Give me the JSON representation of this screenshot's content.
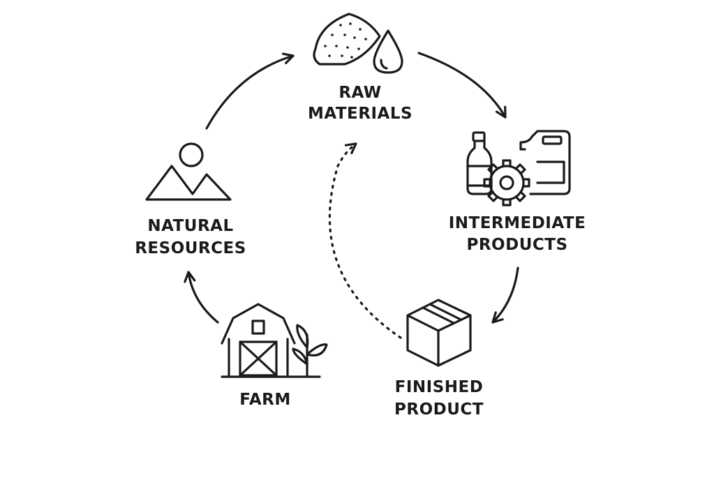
{
  "colors": {
    "ink": "#1a1a1a",
    "background": "#ffffff"
  },
  "nodes": [
    {
      "id": "raw-materials",
      "icon": "sand-and-water-drop-icon",
      "lines": [
        "RAW",
        "MATERIALS"
      ]
    },
    {
      "id": "intermediate-products",
      "icon": "bottle-gear-canister-icon",
      "lines": [
        "INTERMEDIATE",
        "PRODUCTS"
      ]
    },
    {
      "id": "finished-product",
      "icon": "box-icon",
      "lines": [
        "FINISHED",
        "PRODUCT"
      ]
    },
    {
      "id": "farm",
      "icon": "barn-and-plant-icon",
      "lines": [
        "FARM"
      ]
    },
    {
      "id": "natural-resources",
      "icon": "mountains-sun-icon",
      "lines": [
        "NATURAL",
        "RESOURCES"
      ]
    }
  ],
  "edges": [
    {
      "from": "raw-materials",
      "to": "intermediate-products",
      "style": "solid"
    },
    {
      "from": "intermediate-products",
      "to": "finished-product",
      "style": "solid"
    },
    {
      "from": "finished-product",
      "to": "raw-materials",
      "style": "dotted"
    },
    {
      "from": "farm",
      "to": "natural-resources",
      "style": "solid"
    },
    {
      "from": "natural-resources",
      "to": "raw-materials",
      "style": "solid"
    }
  ]
}
